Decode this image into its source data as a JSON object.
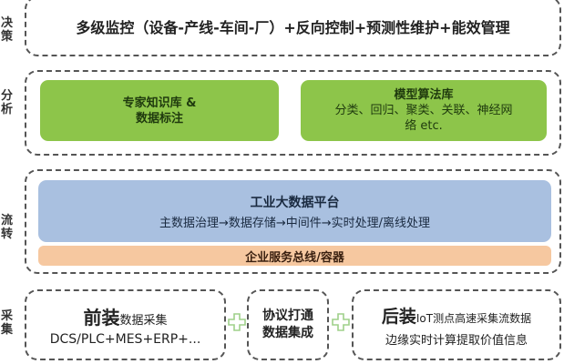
{
  "layers": {
    "decision": {
      "label": "决策",
      "text": "多级监控（设备-产线-车间-厂）+反向控制+预测性维护+能效管理"
    },
    "analysis": {
      "label": "分析",
      "knowledge": {
        "line1": "专家知识库 &",
        "line2": "数据标注"
      },
      "model": {
        "title": "模型算法库",
        "line1": "分类、回归、聚类、关联、神经网",
        "line2": "络 etc."
      }
    },
    "flow": {
      "label": "流转",
      "platform": {
        "title": "工业大数据平台",
        "pipeline": "主数据治理→数据存储→中间件→实时处理/离线处理"
      },
      "bus": "企业服务总线/容器"
    },
    "collection": {
      "label": "采集",
      "front": {
        "big": "前装",
        "small": "数据采集",
        "line2": "DCS/PLC+MES+ERP+..."
      },
      "protocol": {
        "line1": "协议打通",
        "line2": "数据集成"
      },
      "rear": {
        "big": "后装",
        "small": "IoT测点高速采集流数据",
        "line2": "边缘实时计算提取价值信息"
      }
    }
  },
  "colors": {
    "green": "#8dc54a",
    "blue": "#a9c0e0",
    "orange": "#f6c8a0",
    "plus": "#9fd08a"
  }
}
